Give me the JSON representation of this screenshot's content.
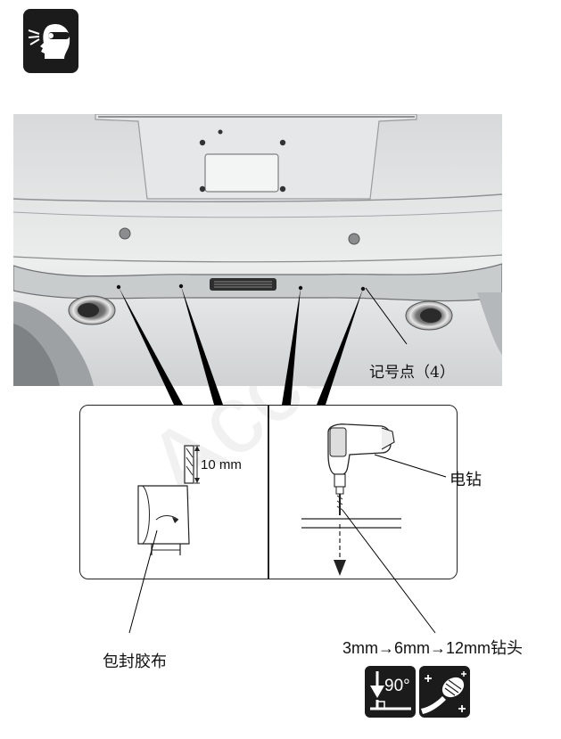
{
  "labels": {
    "marker_points": "记号点（4）",
    "drill": "电钻",
    "tape": "包封胶布",
    "drill_bits": "3mm→6mm→12mm钻头",
    "depth": "10 mm",
    "angle": "90°"
  },
  "watermark": "Access",
  "icons": [
    "eye-protection-icon",
    "perpendicular-90-icon",
    "deburr-file-icon"
  ]
}
